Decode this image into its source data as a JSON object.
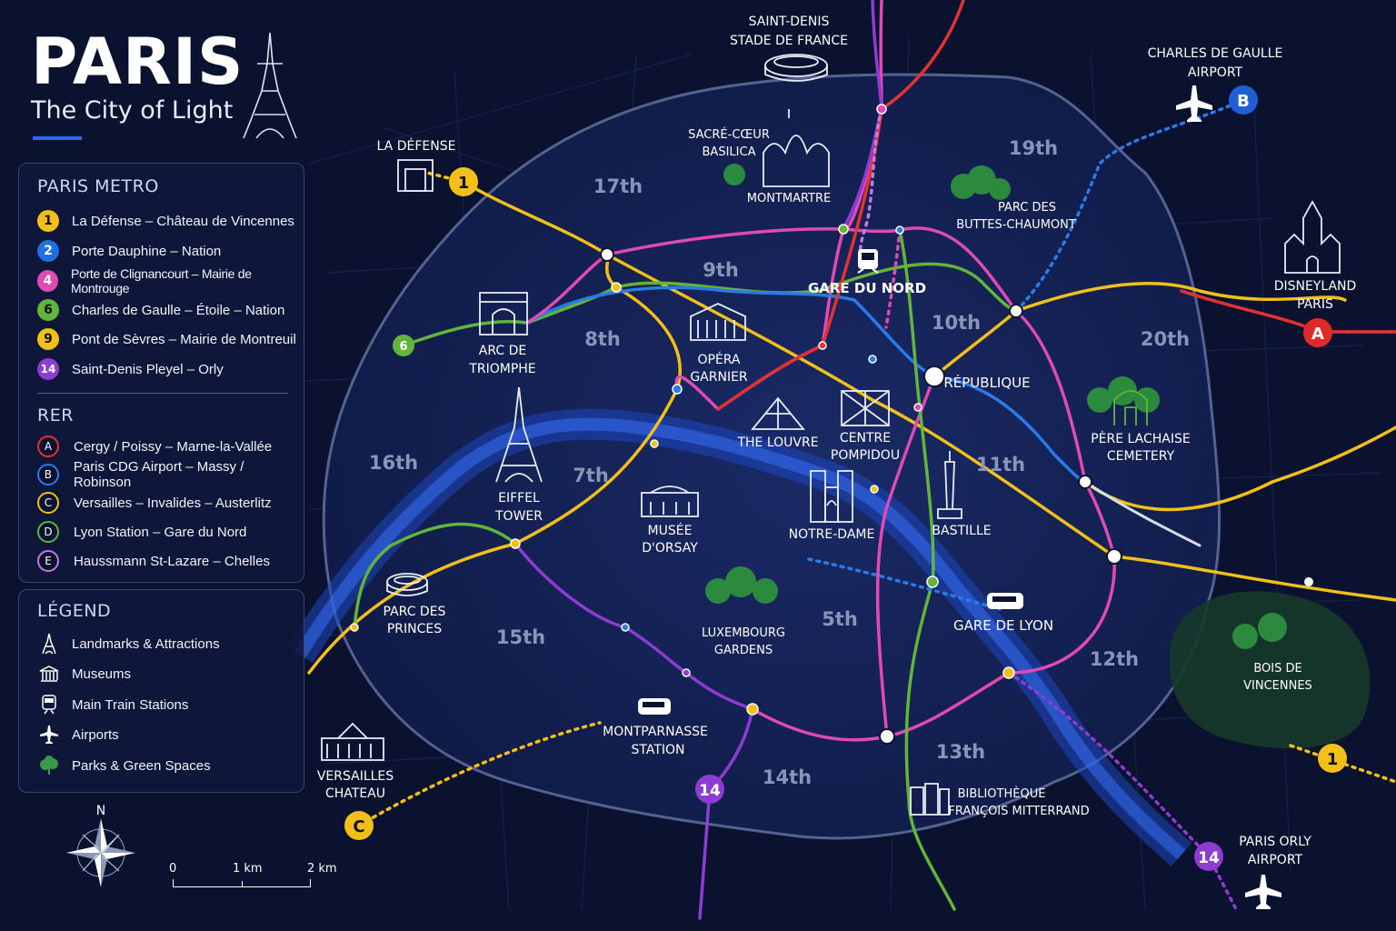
{
  "header": {
    "title": "PARIS",
    "subtitle": "The City of Light"
  },
  "metro_panel": {
    "heading": "PARIS METRO",
    "lines": [
      {
        "code": "1",
        "label": "La Défense – Château de Vincennes",
        "color": "#f2c018"
      },
      {
        "code": "2",
        "label": "Porte Dauphine – Nation",
        "color": "#1e6fe0"
      },
      {
        "code": "4",
        "label": "Porte de Clignancourt – Mairie de Montrouge",
        "color": "#e04ab4"
      },
      {
        "code": "6",
        "label": "Charles de Gaulle – Étoile – Nation",
        "color": "#62b43a"
      },
      {
        "code": "9",
        "label": "Pont de Sèvres – Mairie de Montreuil",
        "color": "#f2c018"
      },
      {
        "code": "14",
        "label": "Saint-Denis Pleyel – Orly",
        "color": "#8c3cd2"
      }
    ],
    "rer_heading": "RER",
    "rer": [
      {
        "code": "A",
        "label": "Cergy / Poissy – Marne-la-Vallée",
        "color": "#e23232"
      },
      {
        "code": "B",
        "label": "Paris CDG Airport – Massy / Robinson",
        "color": "#2a7ae8"
      },
      {
        "code": "C",
        "label": "Versailles – Invalides – Austerlitz",
        "color": "#f2c018"
      },
      {
        "code": "D",
        "label": "Lyon Station – Gare du Nord",
        "color": "#62b43a"
      },
      {
        "code": "E",
        "label": "Haussmann St-Lazare – Chelles",
        "color": "#c07ae0"
      }
    ]
  },
  "legend_panel": {
    "heading": "LÉGEND",
    "items": [
      {
        "icon": "eiffel-icon",
        "label": "Landmarks & Attractions"
      },
      {
        "icon": "museum-icon",
        "label": "Museums"
      },
      {
        "icon": "train-icon",
        "label": "Main Train Stations"
      },
      {
        "icon": "airplane-icon",
        "label": "Airports"
      },
      {
        "icon": "tree-icon",
        "label": "Parks & Green Spaces"
      }
    ]
  },
  "compass": {
    "north": "N"
  },
  "scale": {
    "labels": [
      "0",
      "1 km",
      "2 km"
    ]
  },
  "districts": [
    "17th",
    "19th",
    "9th",
    "8th",
    "10th",
    "20th",
    "16th",
    "7th",
    "11th",
    "5th",
    "15th",
    "12th",
    "13th",
    "14th"
  ],
  "landmarks": {
    "saint_denis": [
      "SAINT-DENIS",
      "STADE DE FRANCE"
    ],
    "cdg": [
      "CHARLES DE GAULLE",
      "AIRPORT"
    ],
    "la_defense": "LA DÉFENSE",
    "sacre_coeur": [
      "SACRÉ-CŒUR",
      "BASILICA"
    ],
    "montmartre": "MONTMARTRE",
    "buttes": [
      "PARC DES",
      "BUTTES-CHAUMONT"
    ],
    "disneyland": [
      "DISNEYLAND",
      "PARIS"
    ],
    "gare_du_nord": "GARE DU NORD",
    "arc": [
      "ARC DE",
      "TRIOMPHE"
    ],
    "opera": [
      "OPÉRA",
      "GARNIER"
    ],
    "republique": "RÉPUBLIQUE",
    "louvre": "THE LOUVRE",
    "pompidou": [
      "CENTRE",
      "POMPIDOU"
    ],
    "pere_lachaise": [
      "PÈRE LACHAISE",
      "CEMETERY"
    ],
    "eiffel": [
      "EIFFEL",
      "TOWER"
    ],
    "orsay": [
      "MUSÉE",
      "D'ORSAY"
    ],
    "notre_dame": "NOTRE-DAME",
    "bastille": "BASTILLE",
    "parc_princes": [
      "PARC DES",
      "PRINCES"
    ],
    "luxembourg": [
      "LUXEMBOURG",
      "GARDENS"
    ],
    "gare_de_lyon": "GARE DE LYON",
    "bois": [
      "BOIS DE",
      "VINCENNES"
    ],
    "montparnasse": [
      "MONTPARNASSE",
      "STATION"
    ],
    "versailles": [
      "VERSAILLES",
      "CHATEAU"
    ],
    "bibliotheque": [
      "BIBLIOTHÈQUE",
      "FRANÇOIS MITTERRAND"
    ],
    "orly": [
      "PARIS ORLY",
      "AIRPORT"
    ]
  },
  "map_badges": {
    "line1_west": "1",
    "line1_east": "1",
    "line6": "6",
    "rer_b": "B",
    "rer_a": "A",
    "rer_c": "C",
    "line14_south": "14",
    "line14_orly": "14"
  }
}
